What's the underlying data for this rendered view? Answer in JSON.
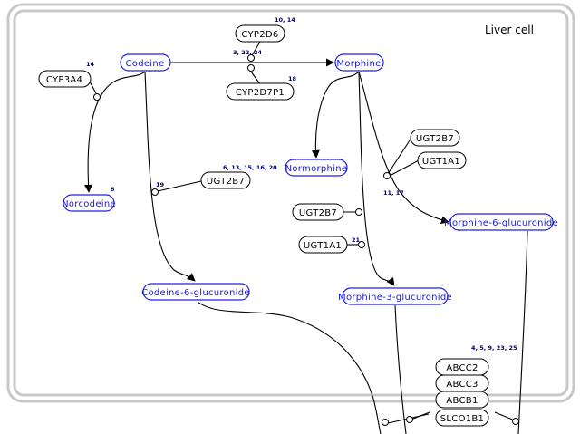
{
  "compartment": {
    "label": "Liver cell"
  },
  "metabolites": {
    "codeine": "Codeine",
    "morphine": "Morphine",
    "norcodeine": "Norcodeine",
    "normorphine": "Normorphine",
    "codeine_6_glucuronide": "Codeine-6-glucuronide",
    "morphine_6_glucuronide": "Morphine-6-glucuronide",
    "morphine_3_glucuronide": "Morphine-3-glucuronide"
  },
  "genes": {
    "cyp2d6": "CYP2D6",
    "cyp2d7p1": "CYP2D7P1",
    "cyp3a4": "CYP3A4",
    "ugt2b7_codeine": "UGT2B7",
    "ugt2b7_m6g": "UGT2B7",
    "ugt1a1_m6g": "UGT1A1",
    "ugt2b7_m3g": "UGT2B7",
    "ugt1a1_m3g": "UGT1A1",
    "abcc2": "ABCC2",
    "abcc3": "ABCC3",
    "abcb1": "ABCB1",
    "slco1b1": "SLCO1B1"
  },
  "references": {
    "cyp2d6": "10, 14",
    "cyp2d6_catalysis": "3, 22, 24",
    "cyp2d7p1": "18",
    "cyp3a4": "14",
    "norcodeine": "8",
    "ugt2b7_codeine": "6, 13, 15, 16, 20",
    "codeine_glucuronidation": "19",
    "m6g_catalysis": "11, 17",
    "ugt1a1_m3g": "21",
    "transporters": "4, 5, 9, 23, 25"
  }
}
